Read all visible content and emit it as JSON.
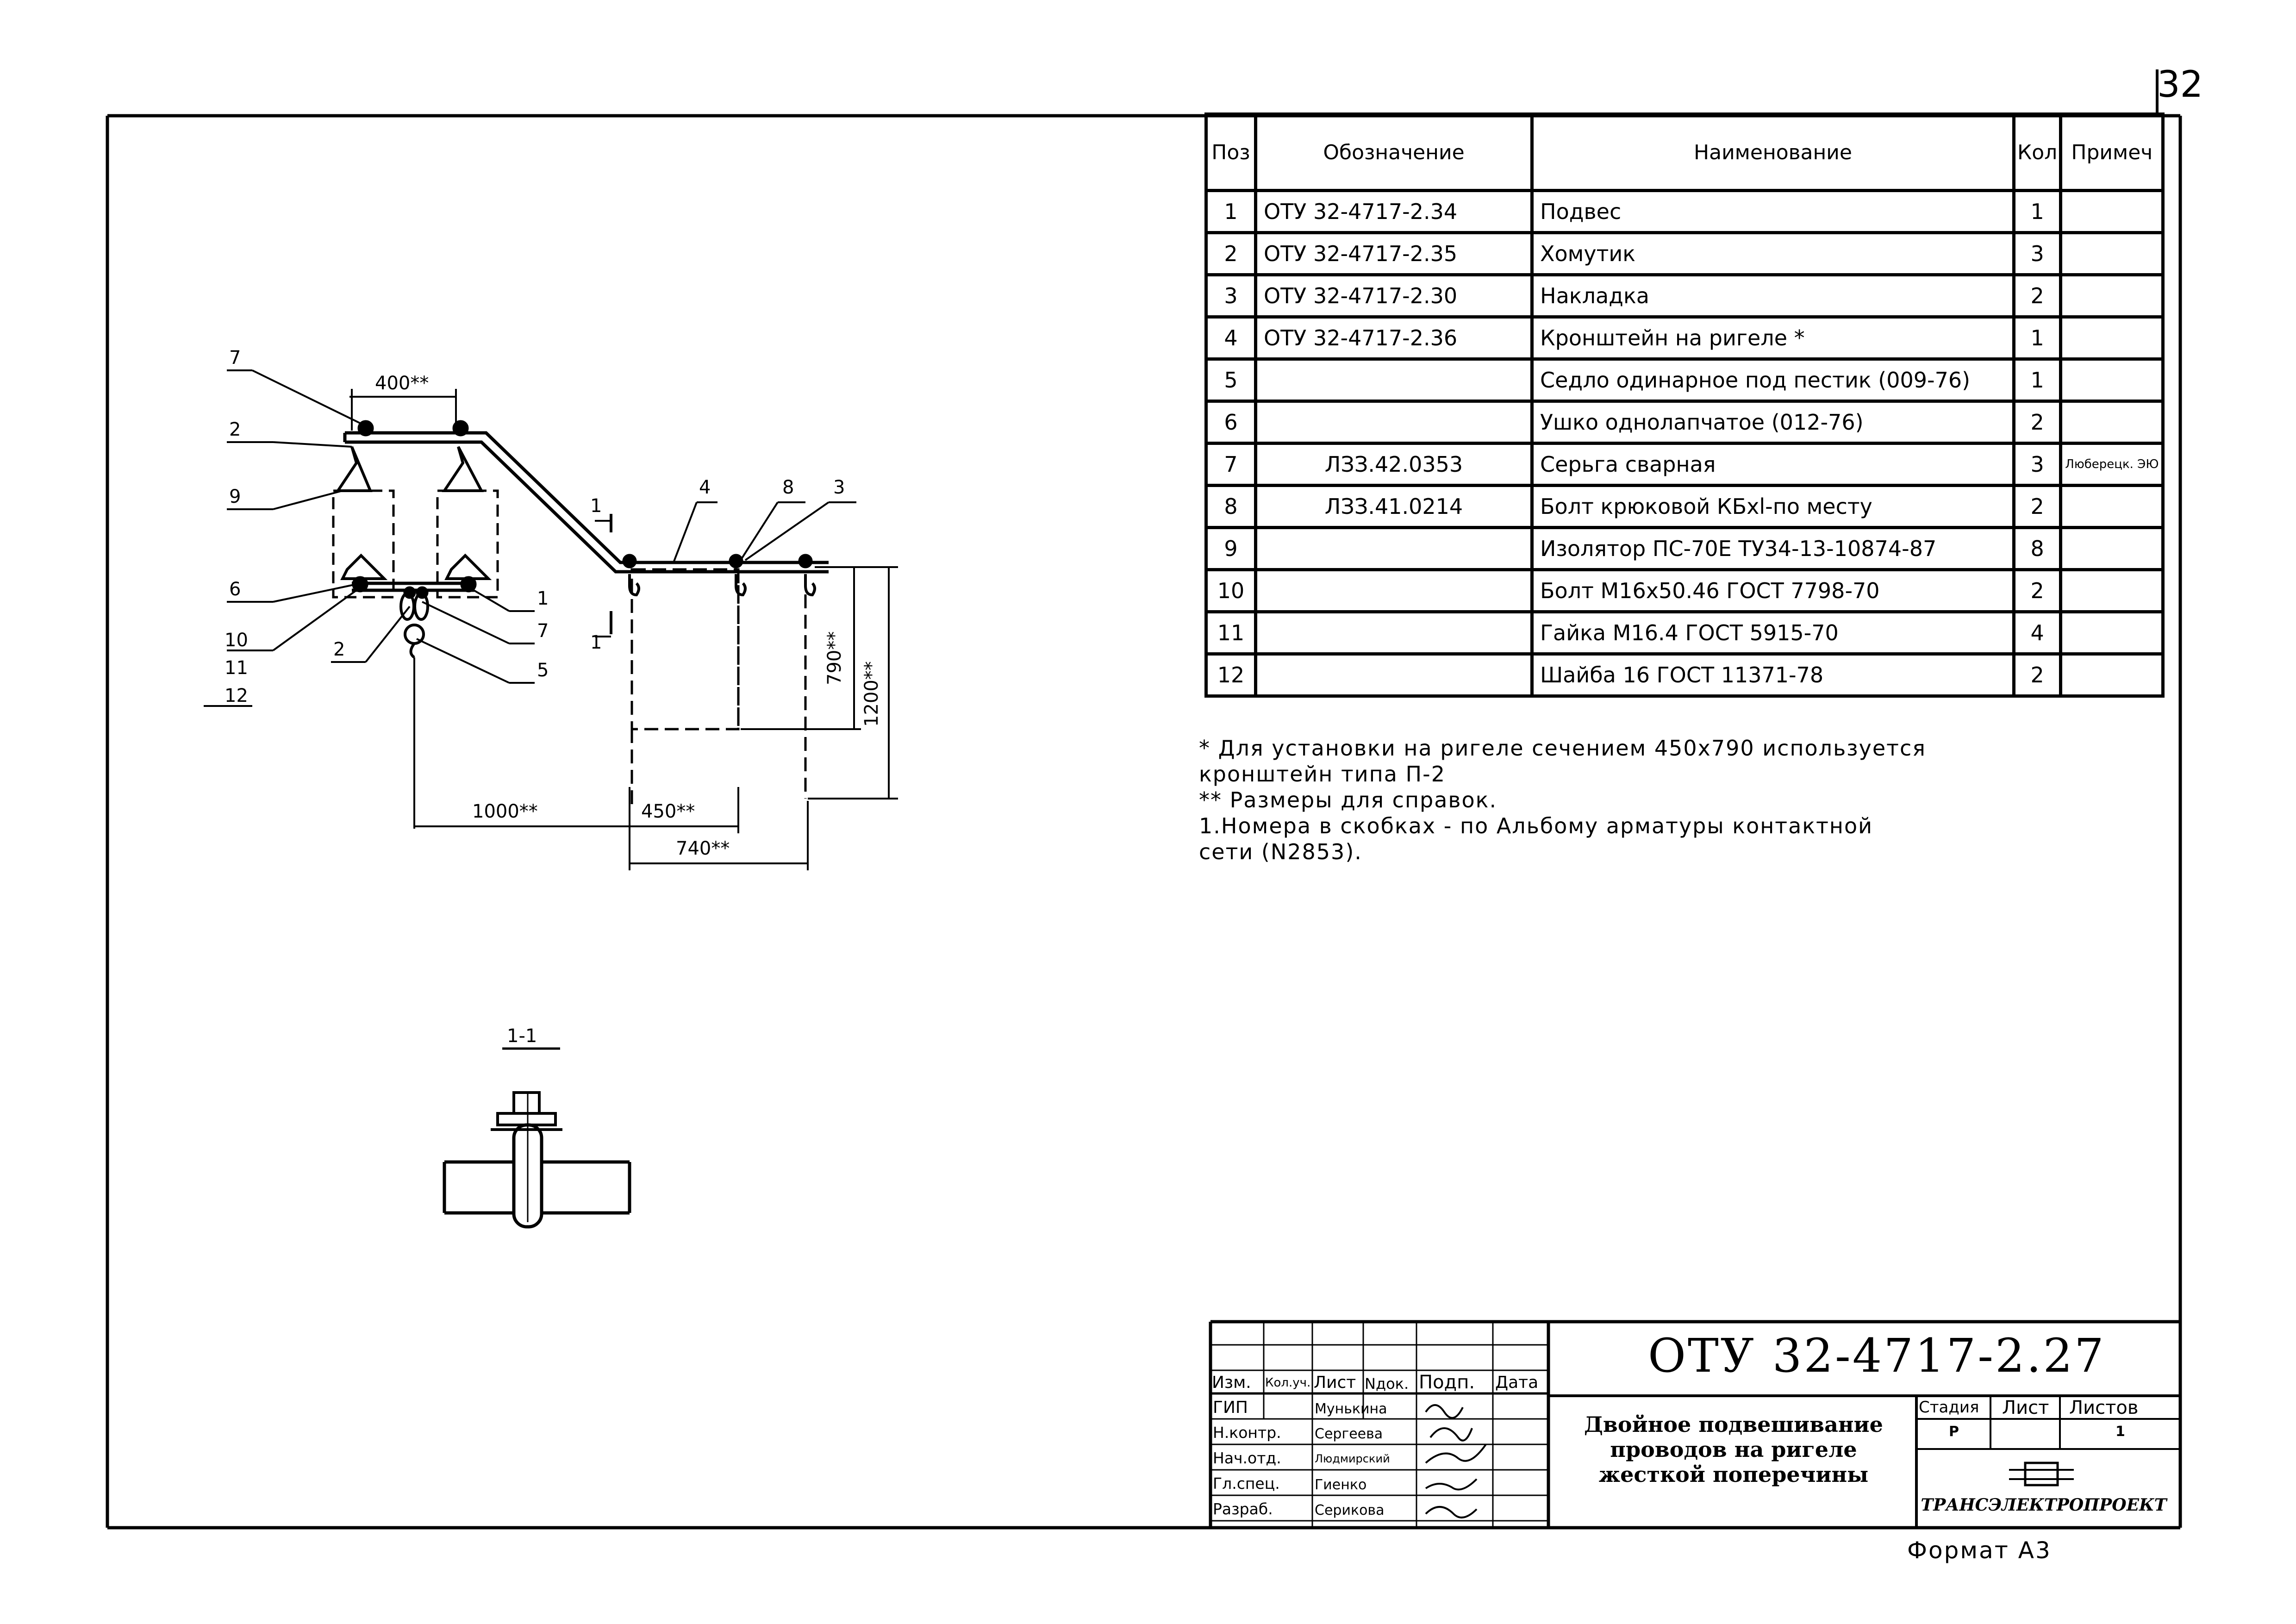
{
  "page_number": "32",
  "spec_table": {
    "headers": [
      "Поз",
      "Обозначение",
      "Наименование",
      "Кол",
      "Примеч"
    ],
    "rows": [
      {
        "pos": "1",
        "designation": "ОТУ 32-4717-2.34",
        "name": "Подвес",
        "qty": "1",
        "note": ""
      },
      {
        "pos": "2",
        "designation": "ОТУ 32-4717-2.35",
        "name": "Хомутик",
        "qty": "3",
        "note": ""
      },
      {
        "pos": "3",
        "designation": "ОТУ 32-4717-2.30",
        "name": "Накладка",
        "qty": "2",
        "note": ""
      },
      {
        "pos": "4",
        "designation": "ОТУ 32-4717-2.36",
        "name": "Кронштейн на ригеле *",
        "qty": "1",
        "note": ""
      },
      {
        "pos": "5",
        "designation": "",
        "name": "Седло одинарное под пестик (009-76)",
        "qty": "1",
        "note": ""
      },
      {
        "pos": "6",
        "designation": "",
        "name": "Ушко однолапчатое (012-76)",
        "qty": "2",
        "note": ""
      },
      {
        "pos": "7",
        "designation": "ЛЗЗ.42.0353",
        "name": "Серьга сварная",
        "qty": "3",
        "note": "Люберецк. ЭЮ"
      },
      {
        "pos": "8",
        "designation": "ЛЗЗ.41.0214",
        "name": "Болт крюковой КБхl-по месту",
        "qty": "2",
        "note": ""
      },
      {
        "pos": "9",
        "designation": "",
        "name": "Изолятор ПС-70Е ТУ34-13-10874-87",
        "qty": "8",
        "note": ""
      },
      {
        "pos": "10",
        "designation": "",
        "name": "Болт М16х50.46 ГОСТ 7798-70",
        "qty": "2",
        "note": ""
      },
      {
        "pos": "11",
        "designation": "",
        "name": "Гайка М16.4 ГОСТ 5915-70",
        "qty": "4",
        "note": ""
      },
      {
        "pos": "12",
        "designation": "",
        "name": "Шайба 16 ГОСТ 11371-78",
        "qty": "2",
        "note": ""
      }
    ]
  },
  "notes": [
    "* Для установки на ригеле сечением 450х790 используется",
    "кронштейн типа П-2",
    "** Размеры для справок.",
    " 1.Номера в скобках - по Альбому арматуры контактной",
    "сети (N2853)."
  ],
  "drawing": {
    "dims": {
      "d400": "400**",
      "d1000": "1000**",
      "d450": "450**",
      "d740": "740**",
      "d790": "790**",
      "d1200": "1200**"
    },
    "callouts": {
      "c7a": "7",
      "c2a": "2",
      "c9": "9",
      "c6": "6",
      "c10": "10",
      "c11": "11",
      "c12": "12",
      "c2b": "2",
      "c1": "1",
      "c7b": "7",
      "c5": "5",
      "c4": "4",
      "c8": "8",
      "c3": "3",
      "s1a": "1",
      "s1b": "1"
    },
    "section_label": "1-1"
  },
  "title_block": {
    "doc_code": "ОТУ 32-4717-2.27",
    "title": [
      "Двойное подвешивание",
      "проводов на ригеле",
      "жесткой поперечины"
    ],
    "col_headers": [
      "Изм.",
      "Кол.уч.",
      "Лист",
      "Nдок.",
      "Подп.",
      "Дата"
    ],
    "signers": [
      {
        "role": "ГИП",
        "name": "Мунькина"
      },
      {
        "role": "Н.контр.",
        "name": "Сергеева"
      },
      {
        "role": "Нач.отд.",
        "name": "Людмирский"
      },
      {
        "role": "Гл.спец.",
        "name": "Гиенко"
      },
      {
        "role": "Разраб.",
        "name": "Серикова"
      }
    ],
    "stage_header": "Стадия",
    "sheet_header": "Лист",
    "sheets_header": "Листов",
    "stage": "Р",
    "sheets": "1",
    "organization": "ТРАНСЭЛЕКТРОПРОЕКТ",
    "format": "Формат А3"
  }
}
